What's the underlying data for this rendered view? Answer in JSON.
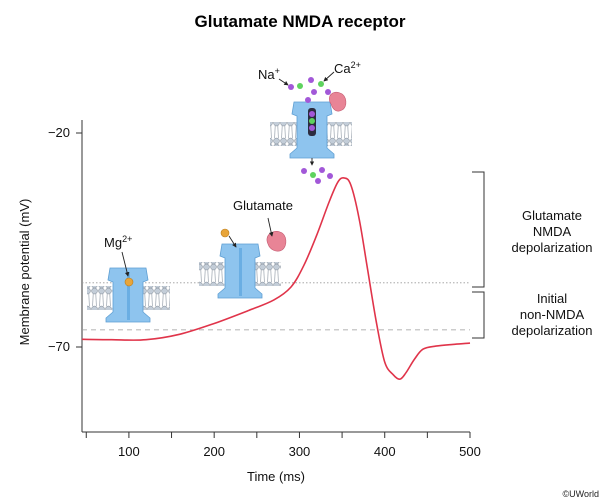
{
  "title": "Glutamate NMDA receptor",
  "credit": "©UWorld",
  "colors": {
    "curve": "#e0344a",
    "channel": "#8ec4ee",
    "membrane_head": "#c3cdd8",
    "glutamate": "#e88496",
    "magnesium": "#e8a53a",
    "sodium": "#a258d8",
    "calcium": "#5ed35e"
  },
  "labels": {
    "glutamate": "Glutamate",
    "magnesium_base": "Mg",
    "magnesium_sup": "2+",
    "sodium_base": "Na",
    "sodium_sup": "+",
    "calcium_base": "Ca",
    "calcium_sup": "2+"
  },
  "brackets": {
    "nmda": [
      "Glutamate",
      "NMDA",
      "depolarization"
    ],
    "initial": [
      "Initial",
      "non-NMDA",
      "depolarization"
    ]
  },
  "icons": {
    "blocked_channel": "nmda-channel-mg-blocked-icon",
    "bound_channel": "nmda-channel-glutamate-bound-icon",
    "open_channel": "nmda-channel-open-icon"
  },
  "chart_data": {
    "type": "line",
    "xlabel": "Time (ms)",
    "ylabel": "Membrane potential (mV)",
    "xlim": [
      45,
      500
    ],
    "ylim": [
      -90,
      -20
    ],
    "x_ticks": [
      100,
      200,
      300,
      400,
      500
    ],
    "x_minor_ticks": [
      50,
      150,
      250,
      350,
      450
    ],
    "y_ticks": [
      -20,
      -70
    ],
    "reference_lines": [
      -66,
      -55
    ],
    "series": [
      {
        "x": [
          45,
          80,
          120,
          160,
          200,
          240,
          270,
          290,
          305,
          320,
          335,
          345,
          352,
          360,
          370,
          380,
          390,
          400,
          410,
          418,
          425,
          435,
          445,
          460,
          480,
          500
        ],
        "y": [
          -68.2,
          -68.3,
          -68.3,
          -67,
          -64.5,
          -61.5,
          -59,
          -56,
          -51,
          -44,
          -36,
          -31.5,
          -30.5,
          -32,
          -40,
          -52,
          -64,
          -73.5,
          -76.5,
          -77.5,
          -76,
          -72.8,
          -70.5,
          -69.8,
          -69.4,
          -69.1
        ]
      }
    ]
  }
}
